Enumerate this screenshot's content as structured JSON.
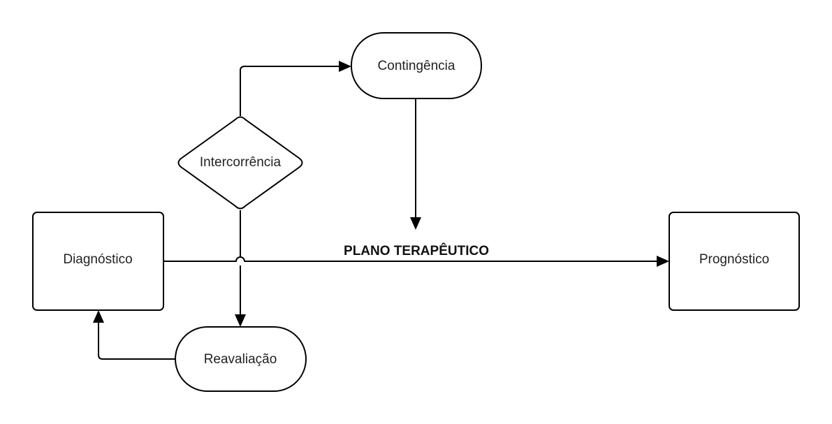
{
  "diagram": {
    "type": "flowchart",
    "nodes": {
      "diagnostico": {
        "label": "Diagnóstico",
        "shape": "rounded-rectangle"
      },
      "prognostico": {
        "label": "Prognóstico",
        "shape": "rounded-rectangle"
      },
      "intercorrencia": {
        "label": "Intercorrência",
        "shape": "diamond"
      },
      "contingencia": {
        "label": "Contingência",
        "shape": "terminator"
      },
      "reavaliacao": {
        "label": "Reavaliação",
        "shape": "terminator"
      }
    },
    "edges": [
      {
        "from": "diagnostico",
        "to": "prognostico",
        "label": "PLANO TERAPÊUTICO"
      },
      {
        "from": "intercorrencia",
        "to": "contingencia",
        "label": ""
      },
      {
        "from": "contingencia",
        "to": "diagnostico-prognostico-edge",
        "label": ""
      },
      {
        "from": "intercorrencia",
        "to": "reavaliacao",
        "label": ""
      },
      {
        "from": "reavaliacao",
        "to": "diagnostico",
        "label": ""
      }
    ],
    "colors": {
      "stroke": "#000000",
      "fill": "#ffffff",
      "text": "#222222"
    }
  }
}
